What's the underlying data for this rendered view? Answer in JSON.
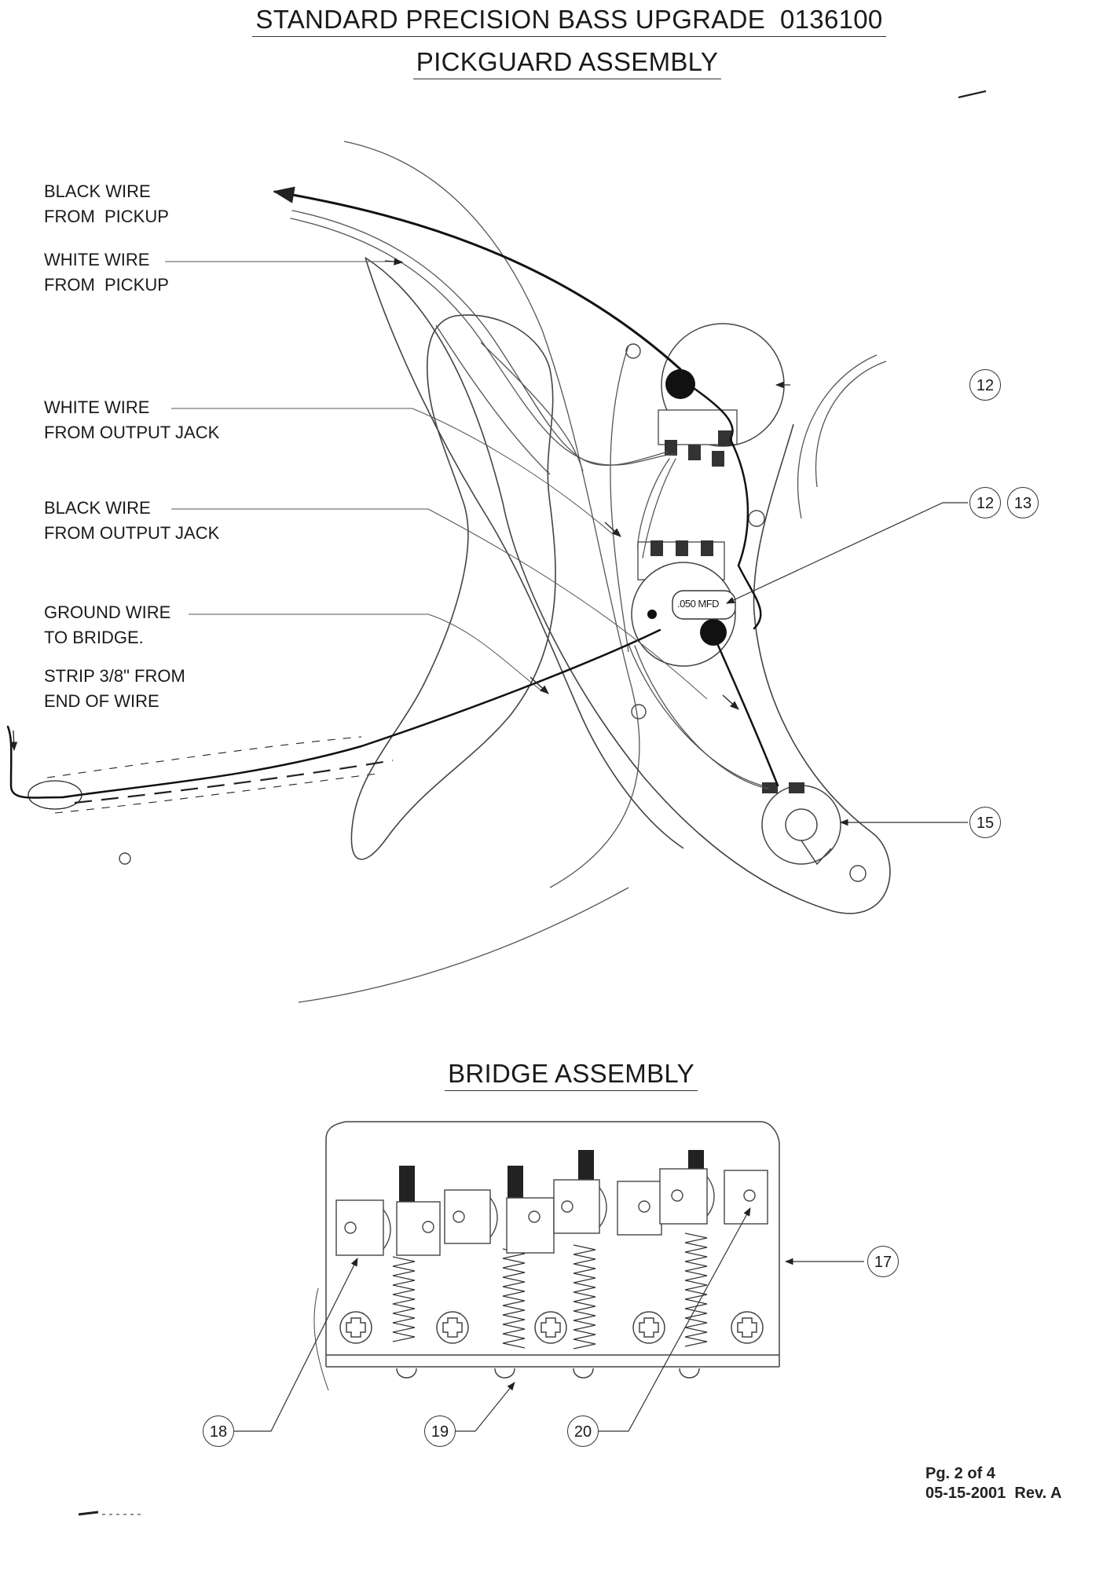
{
  "titles": {
    "main": "STANDARD PRECISION BASS UPGRADE  0136100",
    "pickguard": "PICKGUARD ASSEMBLY",
    "bridge": "BRIDGE ASSEMBLY"
  },
  "wire_labels": {
    "black_pickup": [
      "BLACK WIRE",
      "FROM  PICKUP"
    ],
    "white_pickup": [
      "WHITE WIRE",
      "FROM  PICKUP"
    ],
    "white_jack": [
      "WHITE WIRE",
      "FROM OUTPUT JACK"
    ],
    "black_jack": [
      "BLACK WIRE",
      "FROM OUTPUT JACK"
    ],
    "ground": [
      "GROUND WIRE",
      "TO BRIDGE."
    ],
    "strip": [
      "STRIP 3/8\" FROM",
      "END OF WIRE"
    ]
  },
  "capacitor_label": ".050 MFD",
  "callouts": {
    "pot": "12",
    "pot_b": "12",
    "cap": "13",
    "jack": "15",
    "bridge_plate": "17",
    "saddle": "18",
    "string_hole": "19",
    "height_screw": "20"
  },
  "footer": {
    "page": "Pg. 2 of 4",
    "revision": "05-15-2001  Rev. A"
  }
}
